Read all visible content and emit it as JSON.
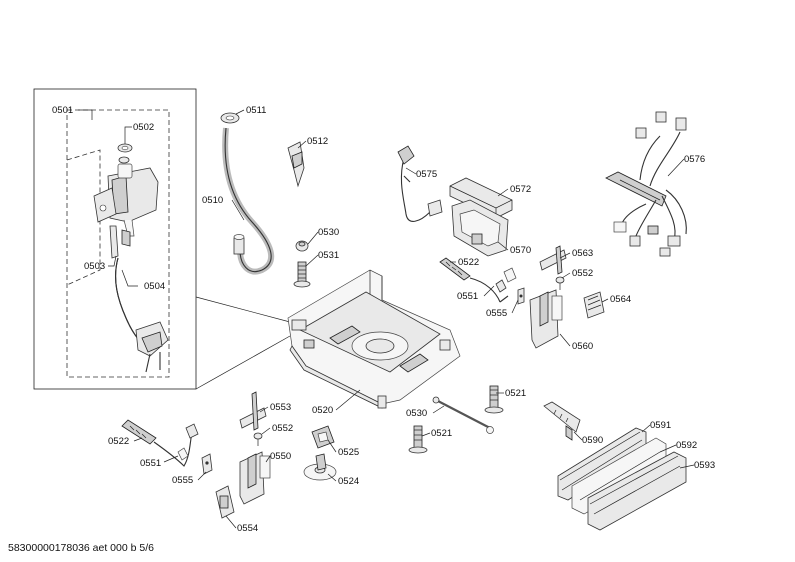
{
  "labels": {
    "l0501": "0501",
    "l0502": "0502",
    "l0503": "0503",
    "l0504": "0504",
    "l0510": "0510",
    "l0511": "0511",
    "l0512": "0512",
    "l0520": "0520",
    "l0521a": "0521",
    "l0521b": "0521",
    "l0522a": "0522",
    "l0522b": "0522",
    "l0524": "0524",
    "l0525": "0525",
    "l0530a": "0530",
    "l0530b": "0530",
    "l0531": "0531",
    "l0550": "0550",
    "l0551a": "0551",
    "l0551b": "0551",
    "l0552a": "0552",
    "l0552b": "0552",
    "l0553": "0553",
    "l0554": "0554",
    "l0555a": "0555",
    "l0555b": "0555",
    "l0560": "0560",
    "l0563": "0563",
    "l0564": "0564",
    "l0570": "0570",
    "l0572": "0572",
    "l0575": "0575",
    "l0576": "0576",
    "l0590": "0590",
    "l0591": "0591",
    "l0592": "0592",
    "l0593": "0593"
  },
  "footer": {
    "document_code": "58300000178036 aet 000 b 5/6"
  }
}
